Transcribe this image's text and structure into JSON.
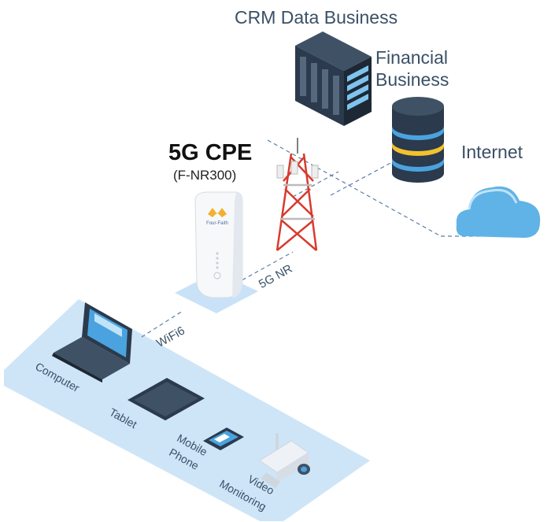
{
  "labels": {
    "crm": "CRM Data Business",
    "financial_line1": "Financial",
    "financial_line2": "Business",
    "internet": "Internet",
    "cpe_title": "5G CPE",
    "cpe_model": "(F-NR300)",
    "link_5g": "5G NR",
    "link_wifi": "WiFi6",
    "computer": "Computer",
    "tablet": "Tablet",
    "mobile_line1": "Mobile",
    "mobile_line2": "Phone",
    "video_line1": "Video",
    "video_line2": "Monitoring",
    "router_brand": "Four-Faith"
  },
  "colors": {
    "platform": "#c9e2f7",
    "dashed_line": "#5b7ea6",
    "cloud": "#5fb3e6",
    "tower_red": "#d83a2e",
    "db_yellow": "#f2c12e",
    "db_blue": "#4aa3df",
    "server_dark": "#2b3a4c"
  },
  "icons": [
    "server-rack-icon",
    "database-icon",
    "cloud-icon",
    "cell-tower-icon",
    "router-icon",
    "laptop-icon",
    "tablet-icon",
    "mobile-phone-icon",
    "camera-icon"
  ]
}
